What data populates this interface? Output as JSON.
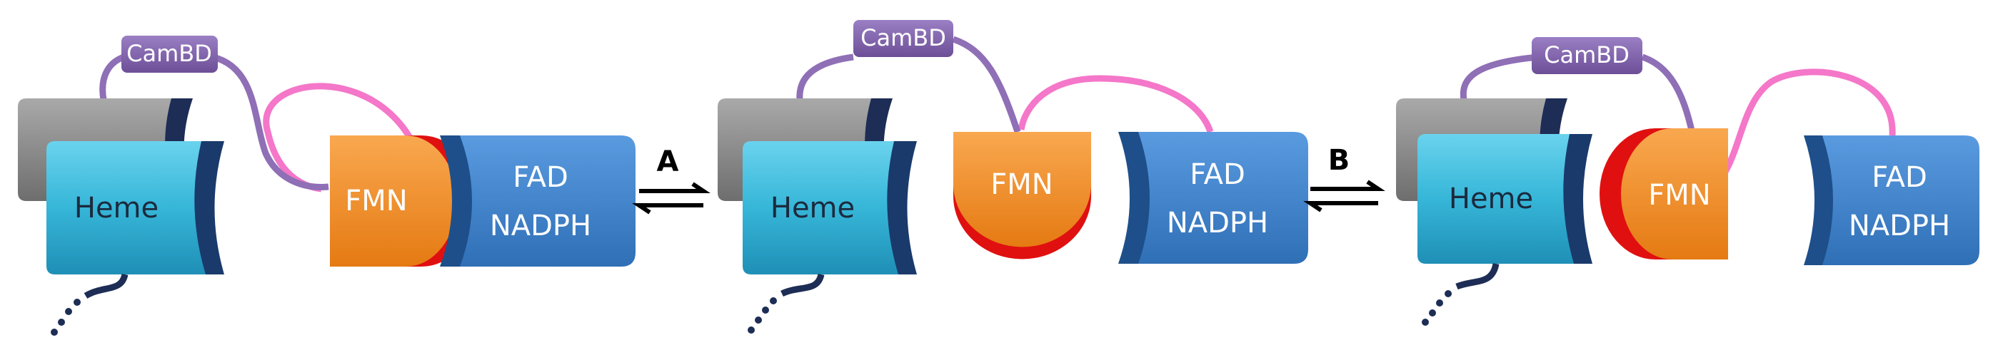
{
  "labels": {
    "heme": "Heme",
    "camBD": "CamBD",
    "fmn": "FMN",
    "fad": "FAD",
    "nadph": "NADPH",
    "arrowA": "A",
    "arrowB": "B"
  },
  "colors": {
    "heme": "#36b6d8",
    "hemeEdge": "#1a3a6c",
    "grayDomain": "#8a8a8a",
    "camBD": "#7d5ea6",
    "fmn": "#f08a24",
    "fmnRed": "#e01010",
    "fad": "#3f83c9",
    "fadEdge": "#1e4f8a",
    "linkerPink": "#f477c9",
    "linkerPurple": "#8f6fb6",
    "tailNavy": "#1d2d55"
  }
}
